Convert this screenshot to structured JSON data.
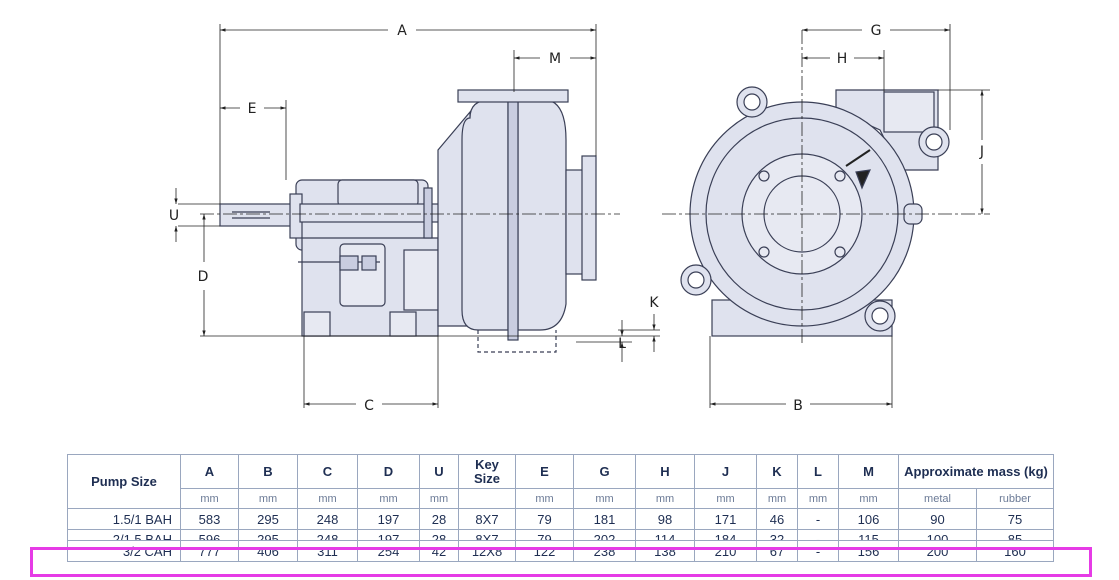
{
  "dimension_labels": {
    "A": "A",
    "B": "B",
    "C": "C",
    "D": "D",
    "E": "E",
    "G": "G",
    "H": "H",
    "J": "J",
    "K": "K",
    "L": "L",
    "M": "M",
    "U": "U"
  },
  "colors": {
    "pump_fill": "#dfe2ee",
    "pump_stroke": "#3a3f56",
    "table_border": "#9aa7bf",
    "table_text": "#1e2e52",
    "highlight": "#e63be6"
  },
  "table": {
    "headers": {
      "pump_size": "Pump Size",
      "cols": [
        "A",
        "B",
        "C",
        "D",
        "U",
        "Key\nSize",
        "E",
        "G",
        "H",
        "J",
        "K",
        "L",
        "M"
      ],
      "mass": "Approximate mass (kg)"
    },
    "units": [
      "mm",
      "mm",
      "mm",
      "mm",
      "mm",
      "",
      "mm",
      "mm",
      "mm",
      "mm",
      "mm",
      "mm",
      "mm",
      "metal",
      "rubber"
    ],
    "rows": [
      {
        "size": "1.5/1 BAH",
        "values": [
          "583",
          "295",
          "248",
          "197",
          "28",
          "8X7",
          "79",
          "181",
          "98",
          "171",
          "46",
          "-",
          "106",
          "90",
          "75"
        ]
      },
      {
        "size": "2/1.5 BAH",
        "values": [
          "596",
          "295",
          "248",
          "197",
          "28",
          "8X7",
          "79",
          "202",
          "114",
          "184",
          "32",
          "-",
          "115",
          "100",
          "85"
        ]
      },
      {
        "size": "3/2 CAH",
        "values": [
          "777",
          "406",
          "311",
          "254",
          "42",
          "12X8",
          "122",
          "238",
          "138",
          "210",
          "67",
          "-",
          "156",
          "200",
          "160"
        ]
      }
    ]
  }
}
